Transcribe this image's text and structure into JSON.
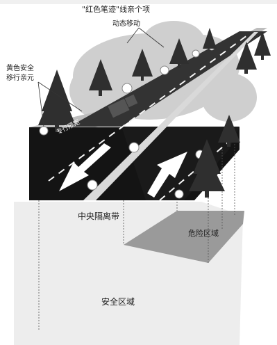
{
  "labels": {
    "title": "\"红色笔迹\"线亲个项",
    "subtitle": "动态移动",
    "left_line1": "黄色安全",
    "left_line2": "移行亲元",
    "road": "专行隔距",
    "median": "中央隔离带",
    "danger": "危险区域",
    "safe": "安全区域"
  },
  "colors": {
    "sky": "#eaeaea",
    "cloud": "#c8c8c8",
    "road_dark": "#141414",
    "road_far": "#2a2a2a",
    "danger_zone": "#9a9a9a",
    "safe_zone": "#ededed",
    "tree": "#3a3a3a",
    "arrow": "#ffffff"
  }
}
